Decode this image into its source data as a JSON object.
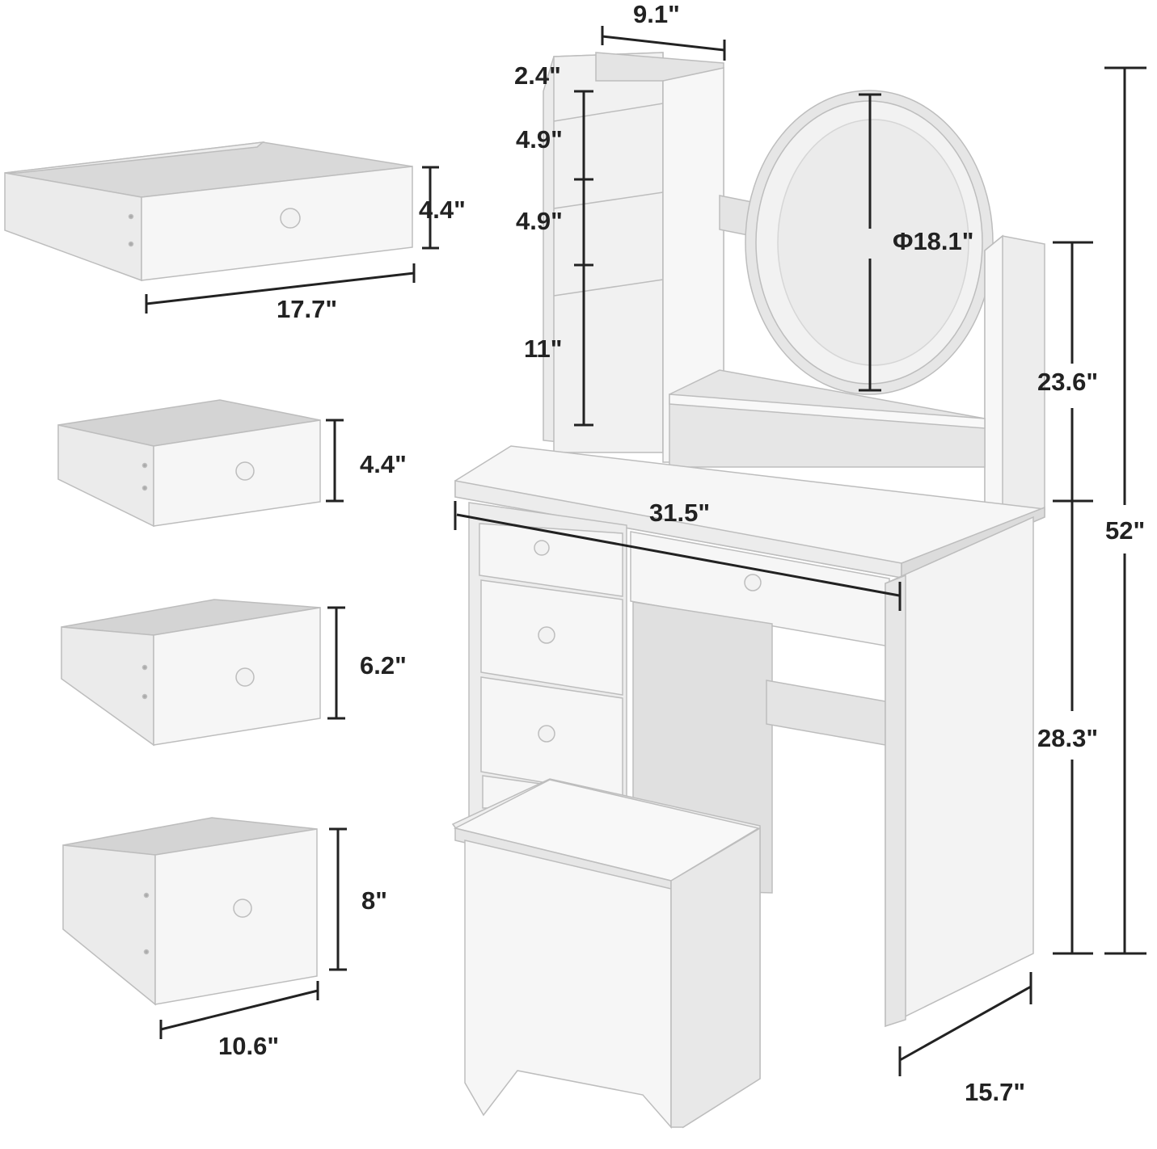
{
  "dimensions": {
    "top_shelf_width": "9.1\"",
    "shelf_1_height": "2.4\"",
    "shelf_2_height": "4.9\"",
    "shelf_3_height": "4.9\"",
    "shelf_4_height": "11\"",
    "mirror_diameter": "Φ18.1\"",
    "hutch_height": "23.6\"",
    "total_height": "52\"",
    "desk_width": "31.5\"",
    "desk_height": "28.3\"",
    "desk_depth": "15.7\""
  },
  "drawers": {
    "wide_drawer": {
      "height": "4.4\"",
      "width": "17.7\""
    },
    "small_drawer_1": {
      "height": "4.4\""
    },
    "small_drawer_2": {
      "height": "6.2\""
    },
    "small_drawer_3": {
      "height": "8\"",
      "width": "10.6\""
    }
  },
  "colors": {
    "furniture": "#f4f4f4",
    "furniture_side": "#e2e2e2",
    "furniture_shadow": "#d3d3d3",
    "edge": "#bdbdbd",
    "dimension_line": "#222222"
  }
}
